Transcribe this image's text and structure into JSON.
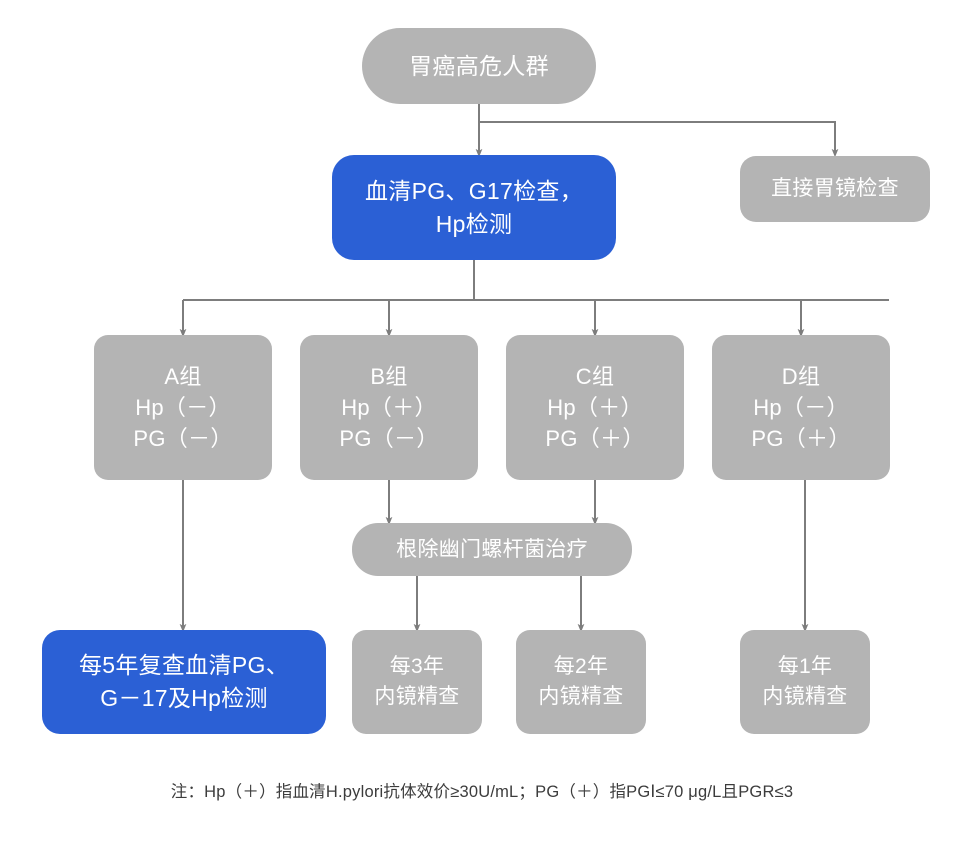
{
  "diagram": {
    "title_node": {
      "text": "胃癌高危人群"
    },
    "colors": {
      "gray": "#b4b4b4",
      "blue": "#2b60d5",
      "connector": "#7d7d7d",
      "node_text": "#ffffff",
      "footnote_text": "#3c3c3c",
      "background": "#ffffff"
    },
    "nodes": {
      "high_risk": {
        "label": "胃癌高危人群",
        "style": "gray"
      },
      "serum_test": {
        "line1": "血清PG、G17检查，",
        "line2": "Hp检测",
        "style": "blue"
      },
      "direct_endoscopy": {
        "label": "直接胃镜检查",
        "style": "gray"
      },
      "group_a": {
        "line1": "A组",
        "line2": "Hp（－）",
        "line3": "PG（－）",
        "style": "gray"
      },
      "group_b": {
        "line1": "B组",
        "line2": "Hp（＋）",
        "line3": "PG（－）",
        "style": "gray"
      },
      "group_c": {
        "line1": "C组",
        "line2": "Hp（＋）",
        "line3": "PG（＋）",
        "style": "gray"
      },
      "group_d": {
        "line1": "D组",
        "line2": "Hp（－）",
        "line3": "PG（＋）",
        "style": "gray"
      },
      "eradication": {
        "label": "根除幽门螺杆菌治疗",
        "style": "gray"
      },
      "followup_5y": {
        "line1": "每5年复查血清PG、",
        "line2": "G－17及Hp检测",
        "style": "blue"
      },
      "endoscopy_3y": {
        "line1": "每3年",
        "line2": "内镜精查",
        "style": "gray"
      },
      "endoscopy_2y": {
        "line1": "每2年",
        "line2": "内镜精查",
        "style": "gray"
      },
      "endoscopy_1y": {
        "line1": "每1年",
        "line2": "内镜精查",
        "style": "gray"
      }
    },
    "footnote": {
      "text": "注：Hp（＋）指血清H.pylori抗体效价≥30U/mL；PG（＋）指PGⅠ≤70 μg/L且PGR≤3"
    }
  }
}
